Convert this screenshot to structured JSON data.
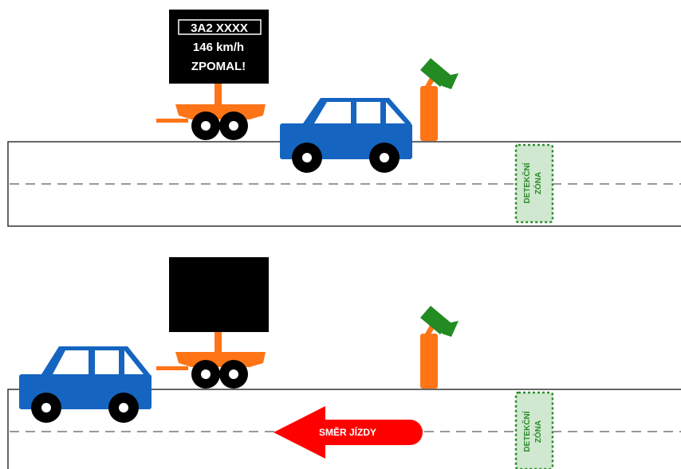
{
  "top_scene": {
    "sign": {
      "plate": "3A2 XXXX",
      "speed": "146 km/h",
      "message": "ZPOMAL!"
    },
    "zone": {
      "line1": "DETEKČNÍ",
      "line2": "ZÓNA"
    }
  },
  "bottom_scene": {
    "zone": {
      "line1": "DETEKČNÍ",
      "line2": "ZÓNA"
    },
    "direction_arrow": "SMĚR JÍZDY"
  },
  "colors": {
    "car": "#1565c0",
    "trailer": "#ff7417",
    "camera": "#228b22",
    "zone_fill": "#cfe8cf",
    "zone_border": "#2e8b2e",
    "arrow": "#ff0000",
    "sign": "#000000"
  }
}
